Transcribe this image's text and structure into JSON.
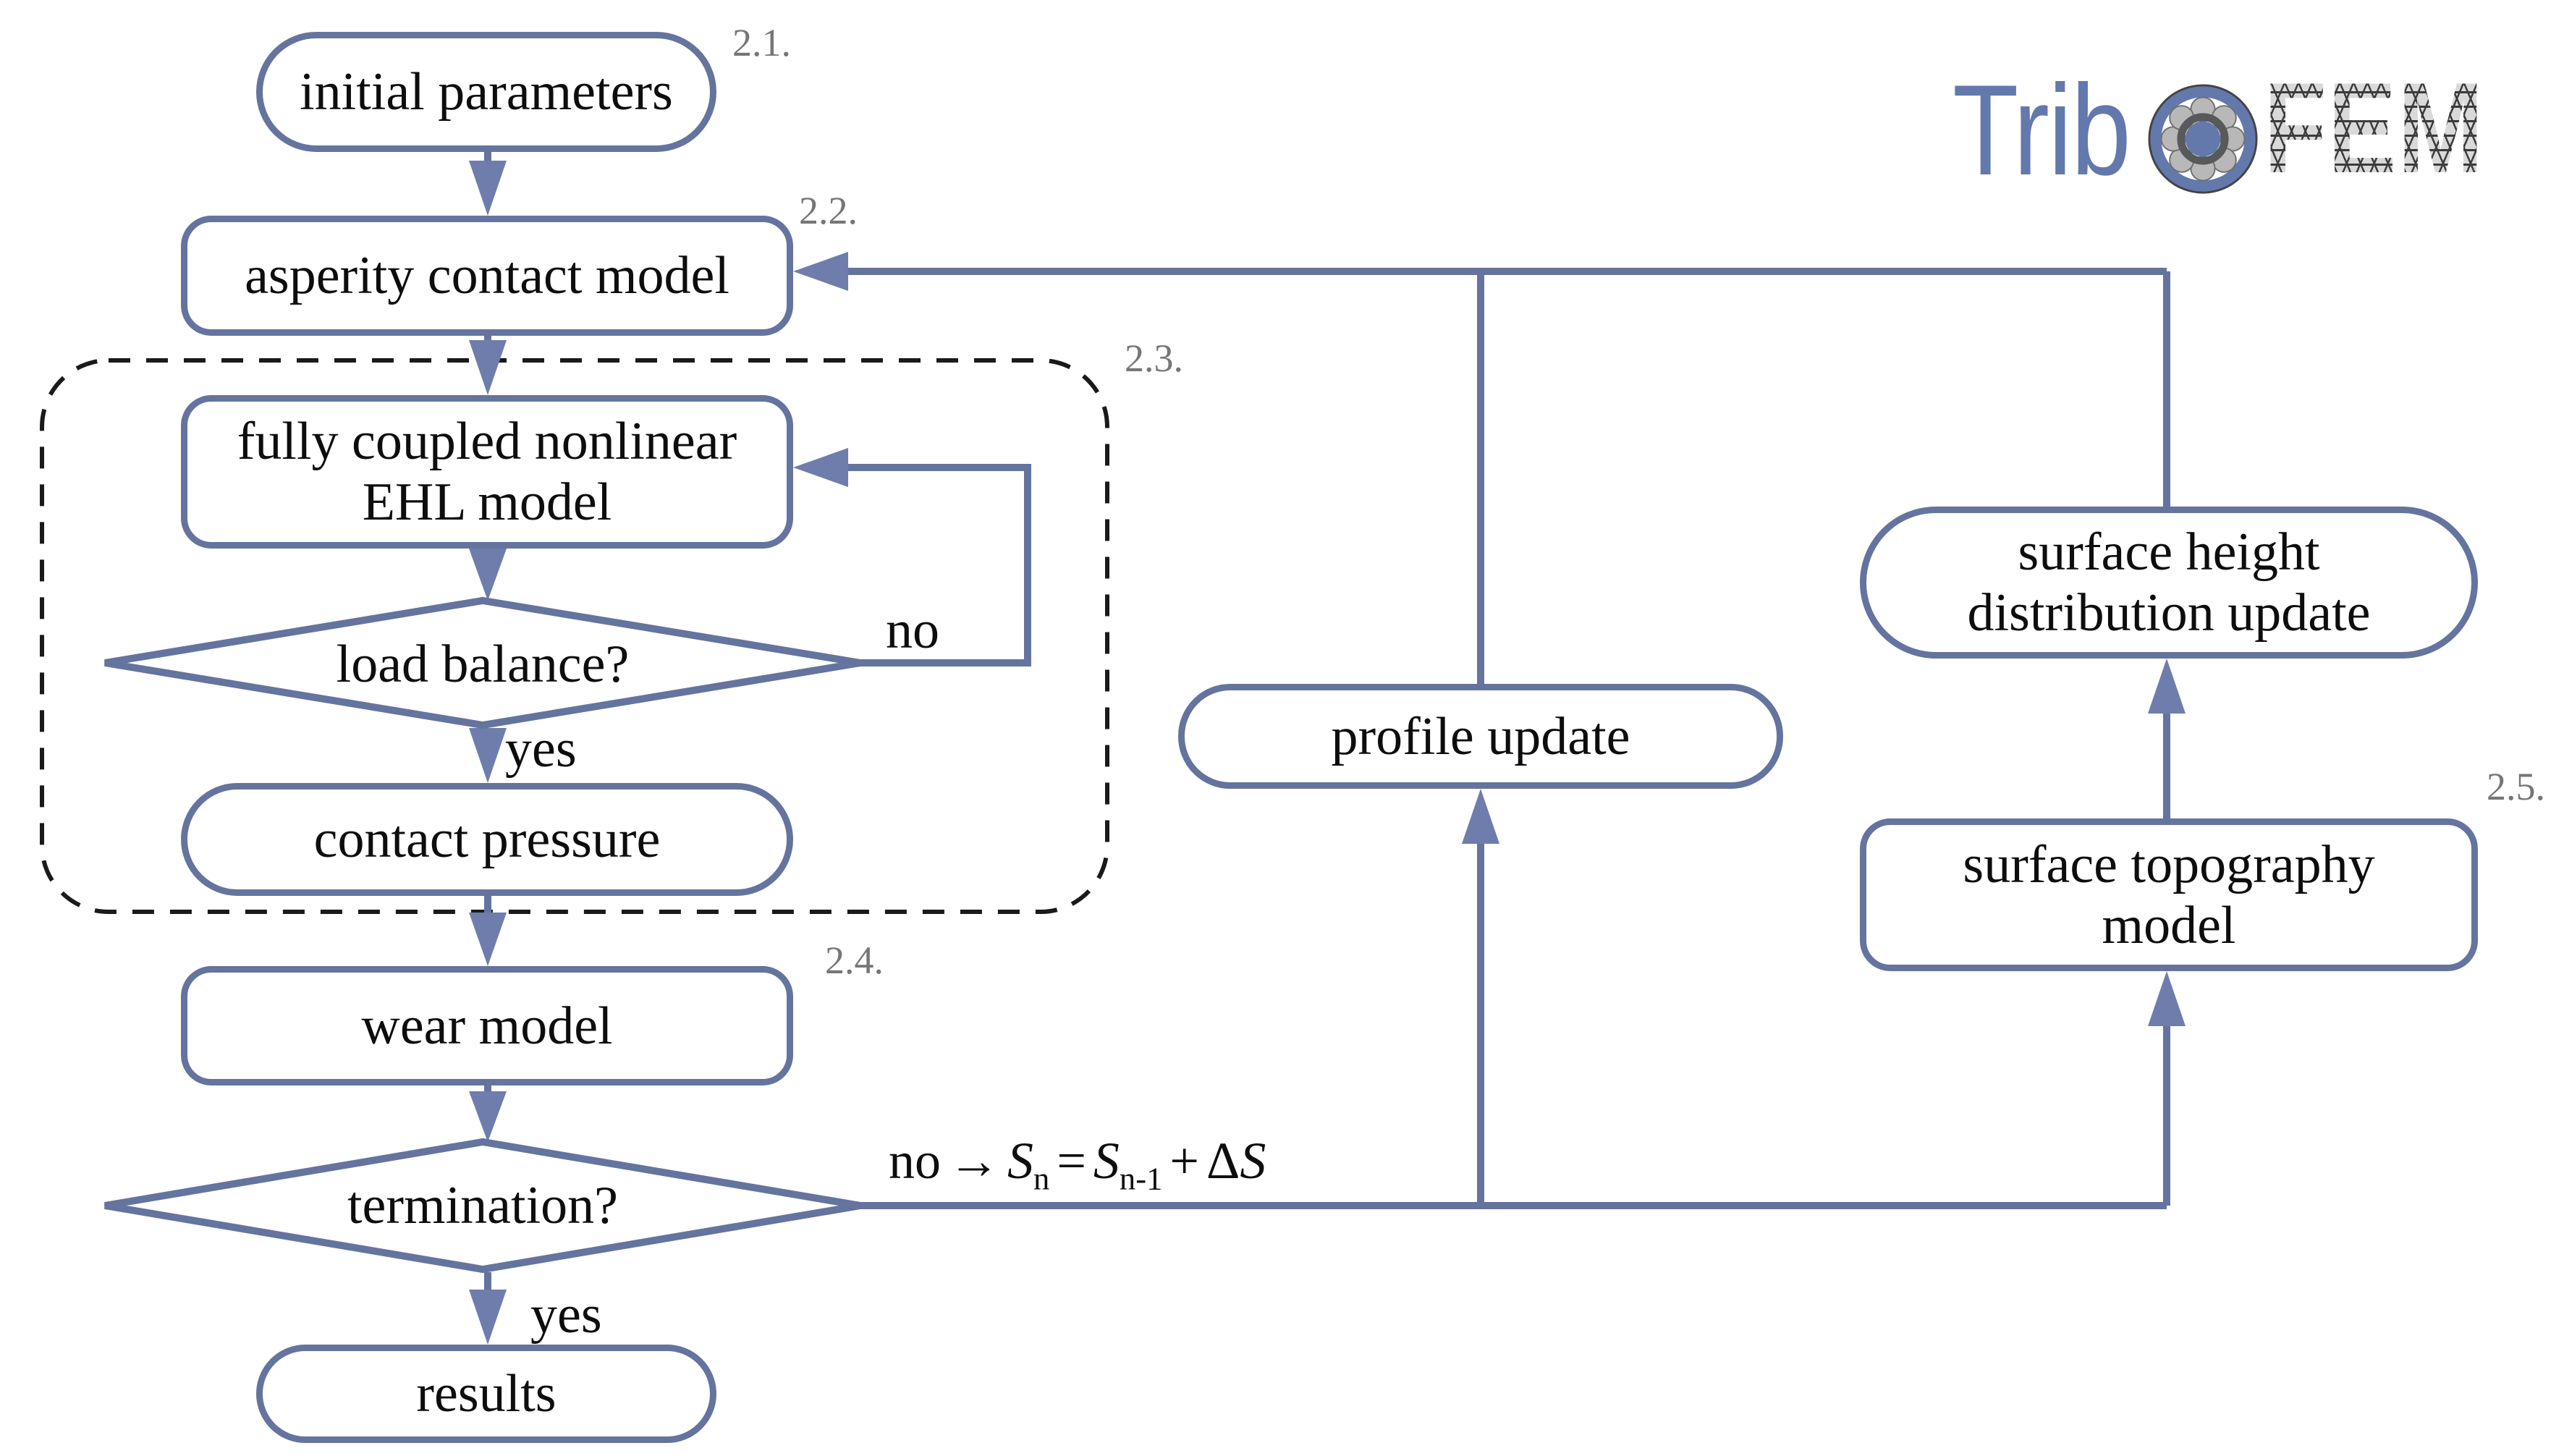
{
  "logo": {
    "trib": "Trib",
    "fem": "FEM",
    "bearing_icon": "ball-bearing-icon"
  },
  "section_labels": {
    "s2_1": "2.1.",
    "s2_2": "2.2.",
    "s2_3": "2.3.",
    "s2_4": "2.4.",
    "s2_5": "2.5."
  },
  "nodes": {
    "initial_parameters": {
      "label": "initial parameters"
    },
    "asperity_contact": {
      "label": "asperity contact model"
    },
    "ehl": {
      "line1": "fully coupled nonlinear",
      "line2": "EHL model"
    },
    "load_balance": {
      "label": "load balance?"
    },
    "contact_pressure": {
      "label": "contact pressure"
    },
    "wear_model": {
      "label": "wear model"
    },
    "termination": {
      "label": "termination?"
    },
    "results": {
      "label": "results"
    },
    "profile_update": {
      "label": "profile update"
    },
    "surface_height_update": {
      "line1": "surface height",
      "line2": "distribution update"
    },
    "surface_topography": {
      "line1": "surface topography",
      "line2": "model"
    }
  },
  "edge_labels": {
    "loop_no": "no",
    "load_yes": "yes",
    "termination_yes": "yes",
    "termination_no_equation": {
      "no": "no",
      "arrow": "→",
      "s1": "S",
      "sub1": "n",
      "equals": "=",
      "s2": "S",
      "sub2": "n-1",
      "plus": "+",
      "delta": "Δ",
      "s3": "S"
    }
  },
  "colors": {
    "flow_blue": "#64749E",
    "arrowhead_blue": "#6E7DAB",
    "logo_blue": "#6379AC",
    "label_gray": "#767676",
    "mesh_base_gray": "#d9d9d9",
    "mesh_line_gray": "#3b3b3b",
    "dash_black": "#1a1a1a",
    "text_black": "#0d0d0d"
  }
}
